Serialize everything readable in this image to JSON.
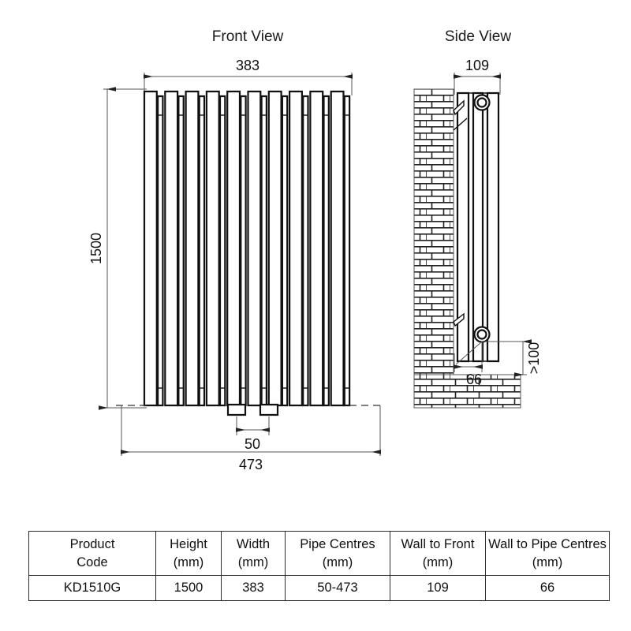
{
  "views": {
    "front": {
      "title": "Front View",
      "width_label": "383",
      "height_label": "1500",
      "pipe_centres_label": "50",
      "overall_width_label": "473"
    },
    "side": {
      "title": "Side View",
      "depth_label": "109",
      "wall_to_pipe_label": "66",
      "floor_clearance_label": ">100"
    }
  },
  "table": {
    "headers": [
      {
        "line1": "Product",
        "line2": "Code"
      },
      {
        "line1": "Height",
        "line2": "(mm)"
      },
      {
        "line1": "Width",
        "line2": "(mm)"
      },
      {
        "line1": "Pipe Centres",
        "line2": "(mm)"
      },
      {
        "line1": "Wall to Front",
        "line2": "(mm)"
      },
      {
        "line1": "Wall to Pipe Centres",
        "line2": "(mm)"
      }
    ],
    "rows": [
      {
        "product_code": "KD1510G",
        "height": "1500",
        "width": "383",
        "pipe_centres": "50-473",
        "wall_to_front": "109",
        "wall_to_pipe_centres": "66"
      }
    ]
  },
  "colors": {
    "line": "#111111",
    "thin_line": "#555555",
    "background": "#ffffff",
    "text": "#1a1a1a"
  }
}
